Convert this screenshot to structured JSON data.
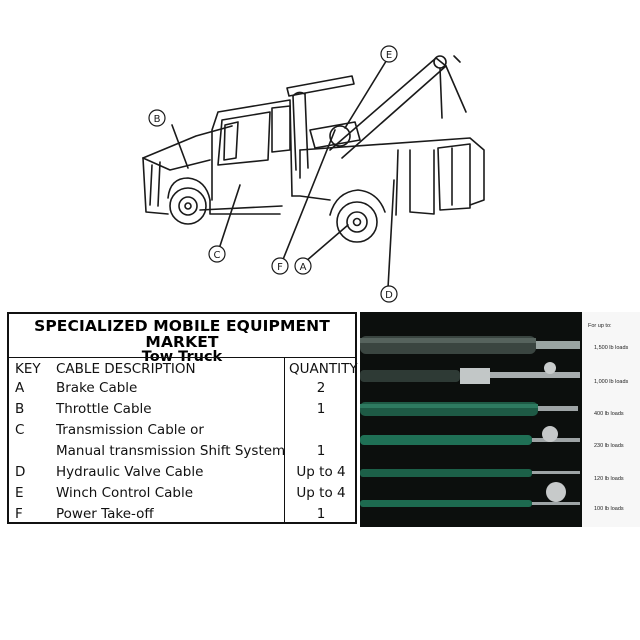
{
  "diagram": {
    "callouts": [
      "A",
      "B",
      "C",
      "D",
      "E",
      "F"
    ]
  },
  "table": {
    "title": "SPECIALIZED MOBILE EQUIPMENT MARKET",
    "subtitle": "Tow Truck",
    "headers": {
      "key": "KEY",
      "description": "CABLE DESCRIPTION",
      "quantity": "QUANTITY"
    },
    "rows": [
      {
        "key": "A",
        "description": "Brake Cable",
        "quantity": "2"
      },
      {
        "key": "B",
        "description": "Throttle Cable",
        "quantity": "1"
      },
      {
        "key": "C",
        "description": "Transmission Cable or",
        "quantity": ""
      },
      {
        "key": "",
        "description": "Manual transmission Shift System",
        "quantity": "1"
      },
      {
        "key": "D",
        "description": "Hydraulic Valve Cable",
        "quantity": "Up to 4"
      },
      {
        "key": "E",
        "description": "Winch Control Cable",
        "quantity": "Up to 4"
      },
      {
        "key": "F",
        "description": "Power Take-off",
        "quantity": "1"
      }
    ]
  },
  "cables_photo": {
    "header": "For up to:",
    "loads": [
      "1,500 lb loads",
      "1,000 lb loads",
      "400 lb loads",
      "230 lb loads",
      "120 lb loads",
      "100 lb loads"
    ]
  }
}
